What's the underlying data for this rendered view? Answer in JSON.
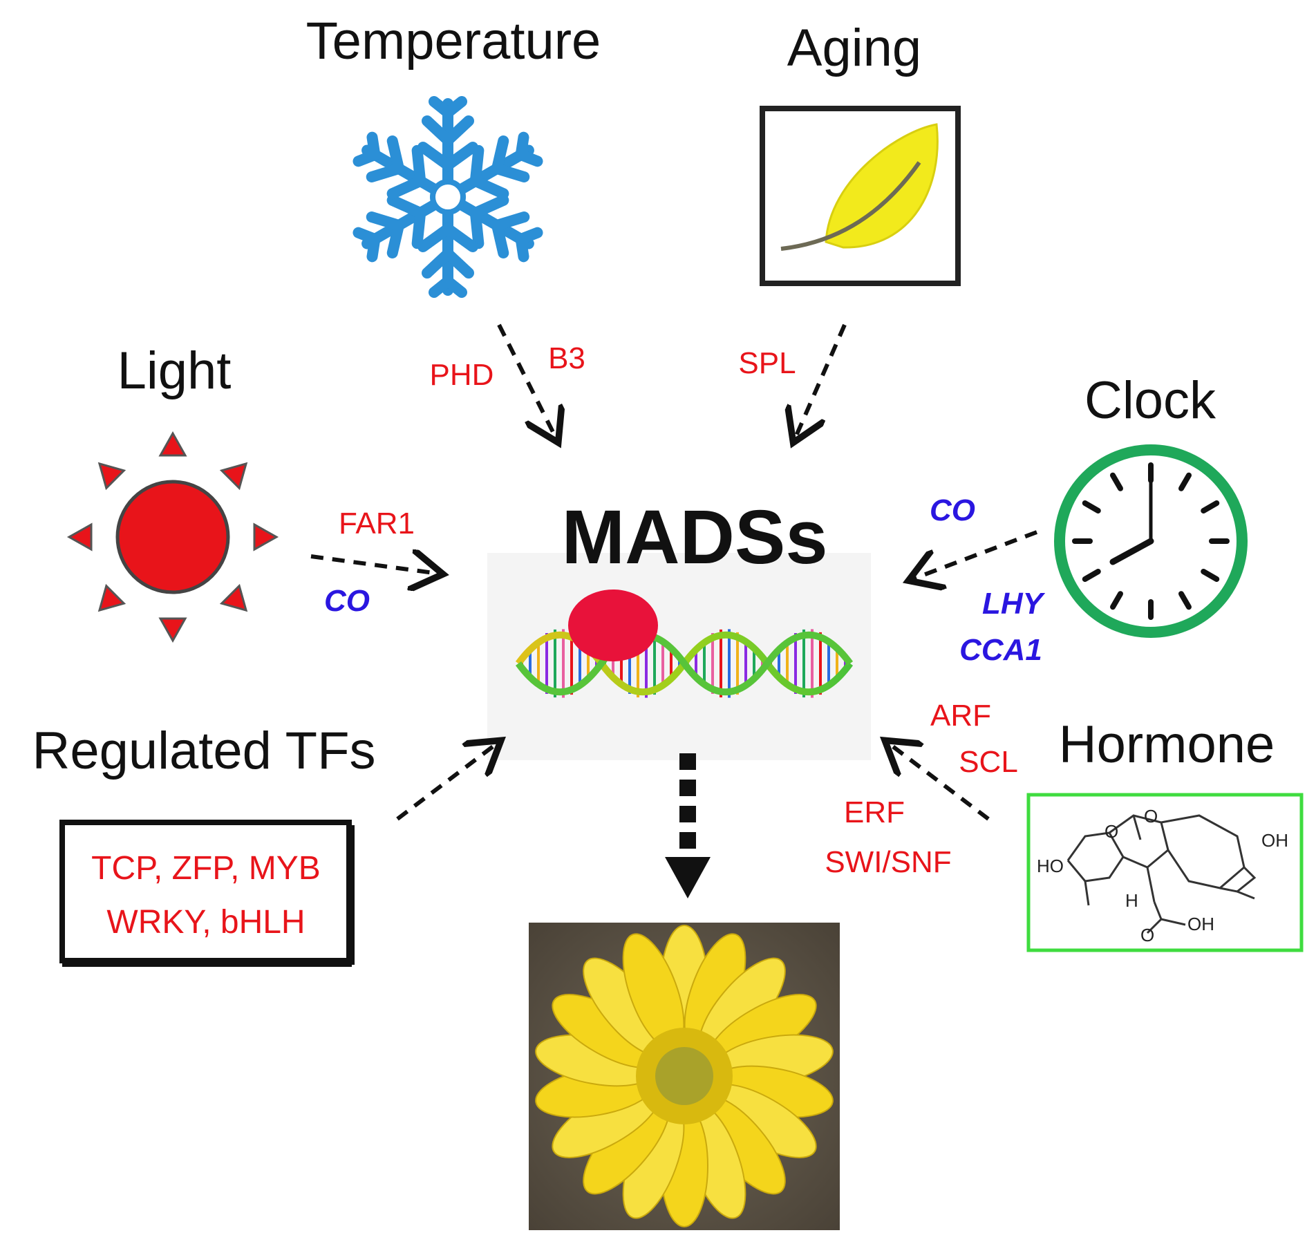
{
  "colors": {
    "regulator_text": "#e8141a",
    "clock_regulator_text": "#2a16e0",
    "snowflake": "#2b8fd6",
    "sun": "#e8141a",
    "leaf": "#f2ea1c",
    "clock_ring": "#1fa85a",
    "hormone_box_border": "#3fdc3f",
    "protein": "#e8123a",
    "flower": "#f4d51c"
  },
  "center": {
    "title": "MADSs",
    "dna_icon": "dna-double-helix-icon",
    "protein_icon": "protein-ellipse-icon"
  },
  "factors": {
    "temperature": {
      "label": "Temperature",
      "icon": "snowflake-icon",
      "regulators": [
        "PHD",
        "B3"
      ]
    },
    "aging": {
      "label": "Aging",
      "icon": "leaf-icon",
      "regulators": [
        "SPL"
      ]
    },
    "light": {
      "label": "Light",
      "icon": "sun-icon",
      "regulators": [
        "FAR1",
        "CO"
      ]
    },
    "clock": {
      "label": "Clock",
      "icon": "clock-icon",
      "regulators": [
        "CO",
        "LHY",
        "CCA1"
      ]
    },
    "regulated_tfs": {
      "label": "Regulated TFs",
      "box_lines": [
        "TCP, ZFP, MYB",
        "WRKY, bHLH"
      ]
    },
    "hormone": {
      "label": "Hormone",
      "icon": "gibberellin-structure-icon",
      "regulators": [
        "ARF",
        "SCL",
        "ERF",
        "SWI/SNF"
      ]
    }
  },
  "chemical": {
    "atom_labels": [
      "HO",
      "OH",
      "O",
      "O",
      "H",
      "O",
      "OH"
    ]
  },
  "output": {
    "icon": "yellow-flower-icon"
  }
}
